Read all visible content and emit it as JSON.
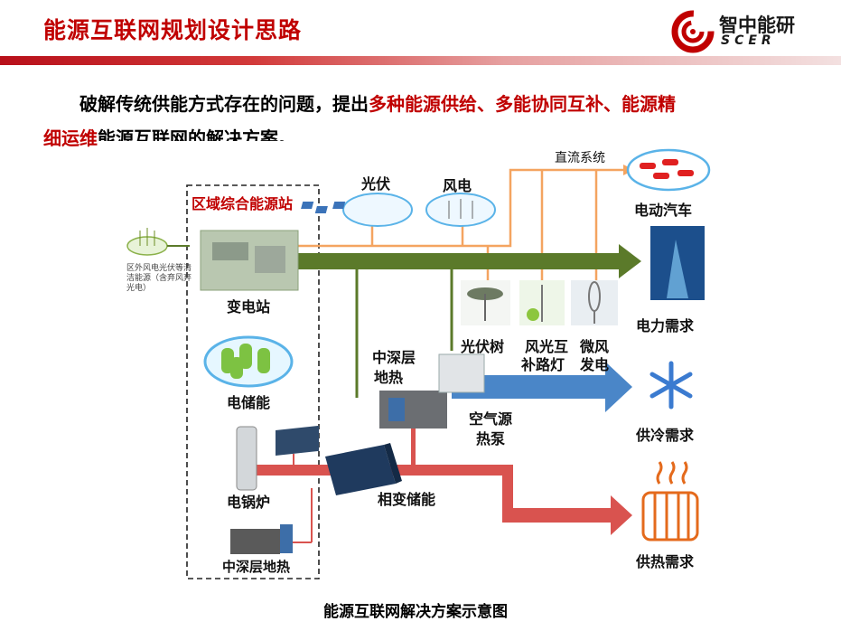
{
  "slide": {
    "title": "能源互联网规划设计思路",
    "accent_color": "#c00000"
  },
  "logo": {
    "name_cn": "智中能研",
    "name_en": "SCER"
  },
  "intro": {
    "line1_plain": "破解传统供能方式存在的问题，提出",
    "line1_highlight": "多种能源供给、多能协同互补、能源精",
    "line2_highlight": "细运维",
    "line2_plain": "能源互联网的解决方案。"
  },
  "diagram": {
    "station_box_label": "区域综合能源站",
    "external_source": "区外风电光伏等清洁能源（含弃风弃光电）",
    "nodes": {
      "substation": "变电站",
      "storage": "电储能",
      "boiler": "电锅炉",
      "deep_geo_bottom": "中深层地热",
      "deep_geo_mid_1": "中深层",
      "deep_geo_mid_2": "地热",
      "phase_change": "相变储能",
      "pv": "光伏",
      "wind": "风电",
      "dc_system": "直流系统",
      "pv_tree": "光伏树",
      "streetlight_1": "风光互",
      "streetlight_2": "补路灯",
      "micro_wind_1": "微风",
      "micro_wind_2": "发电",
      "heat_pump_1": "空气源",
      "heat_pump_2": "热泵"
    },
    "demands": {
      "ev": "电动汽车",
      "power": "电力需求",
      "cooling": "供冷需求",
      "heating": "供热需求"
    },
    "colors": {
      "power_flow": "#5b7a2a",
      "dc_flow": "#f4a460",
      "cold_flow": "#4a86c8",
      "heat_flow": "#d9534f"
    }
  },
  "caption": "能源互联网解决方案示意图"
}
